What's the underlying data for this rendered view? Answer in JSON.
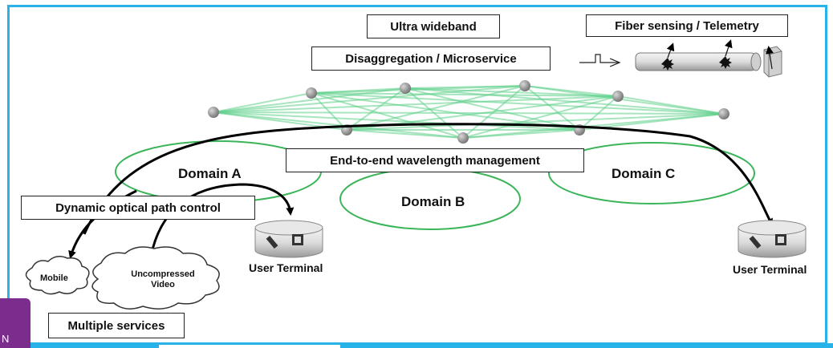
{
  "boxes": {
    "ultra_wideband": "Ultra wideband",
    "disaggregation": "Disaggregation / Microservice",
    "fiber_sensing": "Fiber sensing / Telemetry",
    "end_to_end": "End-to-end wavelength management",
    "dynamic_path": "Dynamic optical path control",
    "multiple_services": "Multiple services"
  },
  "domains": {
    "a": "Domain A",
    "b": "Domain B",
    "c": "Domain C"
  },
  "terminals": {
    "left": "User Terminal",
    "right": "User Terminal"
  },
  "clouds": {
    "mobile": "Mobile",
    "video_line1": "Uncompressed",
    "video_line2": "Video"
  },
  "corner_tab_text": "N",
  "colors": {
    "frame": "#27b3e8",
    "mesh": "#5fd08a",
    "domain_ellipse": "#3cb55a",
    "tab": "#7b2d8e"
  }
}
